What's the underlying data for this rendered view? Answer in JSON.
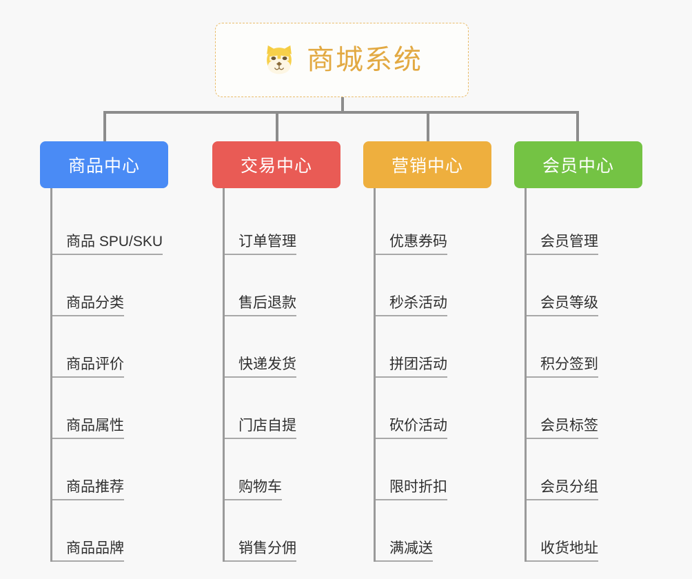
{
  "diagram": {
    "type": "mind-map",
    "background_color": "#f8f8f8",
    "root": {
      "title": "商城系统",
      "icon": "dog-face-icon",
      "text_color": "#e2a942",
      "border_color": "#e9bc6a",
      "background_color": "#fdfdfb"
    },
    "connector_color": "#8c8c8c",
    "branches": [
      {
        "label": "商品中心",
        "color": "#4a8bf5",
        "items": [
          "商品 SPU/SKU",
          "商品分类",
          "商品评价",
          "商品属性",
          "商品推荐",
          "商品品牌"
        ]
      },
      {
        "label": "交易中心",
        "color": "#e95b55",
        "items": [
          "订单管理",
          "售后退款",
          "快递发货",
          "门店自提",
          "购物车",
          "销售分佣"
        ]
      },
      {
        "label": "营销中心",
        "color": "#eeaf3e",
        "items": [
          "优惠券码",
          "秒杀活动",
          "拼团活动",
          "砍价活动",
          "限时折扣",
          "满减送"
        ]
      },
      {
        "label": "会员中心",
        "color": "#74c344",
        "items": [
          "会员管理",
          "会员等级",
          "积分签到",
          "会员标签",
          "会员分组",
          "收货地址"
        ]
      }
    ]
  }
}
